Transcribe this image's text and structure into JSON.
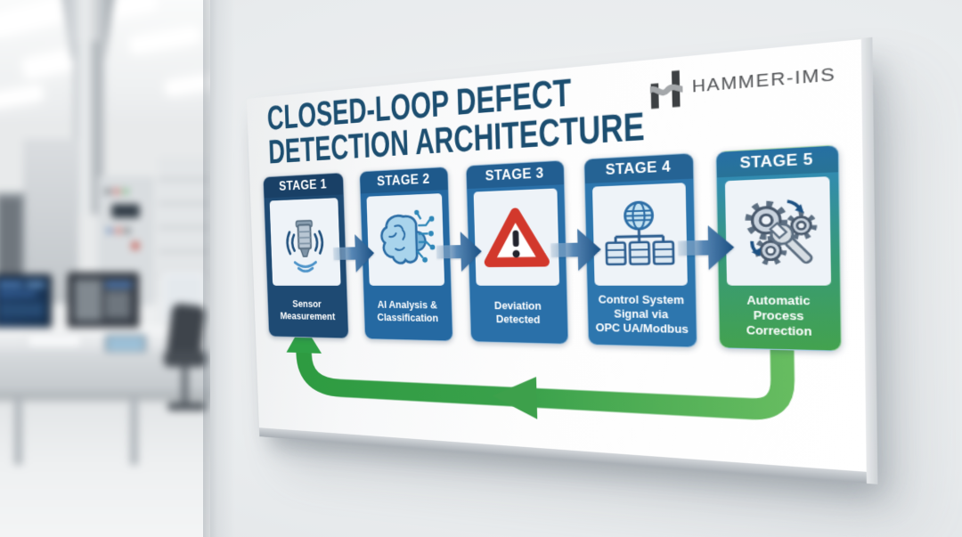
{
  "scene": {
    "name": "blurred industrial control room with monitors, control desk and equipment"
  },
  "poster": {
    "title": {
      "line1": "CLOSED-LOOP DEFECT",
      "line2": "DETECTION ARCHITECTURE"
    },
    "brand": {
      "name": "HAMMER-IMS"
    },
    "stages": [
      {
        "header": "STAGE 1",
        "label": "Sensor\nMeasurement",
        "icon": "sensor-icon"
      },
      {
        "header": "STAGE 2",
        "label": "AI Analysis &\nClassification",
        "icon": "ai-brain-icon"
      },
      {
        "header": "STAGE 3",
        "label": "Deviation\nDetected",
        "icon": "warning-triangle-icon"
      },
      {
        "header": "STAGE 4",
        "label": "Control System\nSignal via\nOPC UA/Modbus",
        "icon": "network-servers-icon"
      },
      {
        "header": "STAGE 5",
        "label": "Automatic\nProcess\nCorrection",
        "icon": "gears-wrench-icon"
      }
    ],
    "flow": {
      "forward_arrow_count": 4,
      "feedback_loop": "stage 5 back to stage 1"
    },
    "colors": {
      "title_text": "#1c4e70",
      "stage1_bg": "#1e4a73",
      "stage2_bg": "#2569a2",
      "stage3_bg": "#2a70a9",
      "stage4_bg": "#2d76ae",
      "stage5_top": "#2f86c3",
      "stage5_bottom": "#43a24e",
      "forward_arrow": "#1b4f82",
      "feedback_arrow": "#35a04a",
      "warning_red": "#d2382c"
    }
  }
}
